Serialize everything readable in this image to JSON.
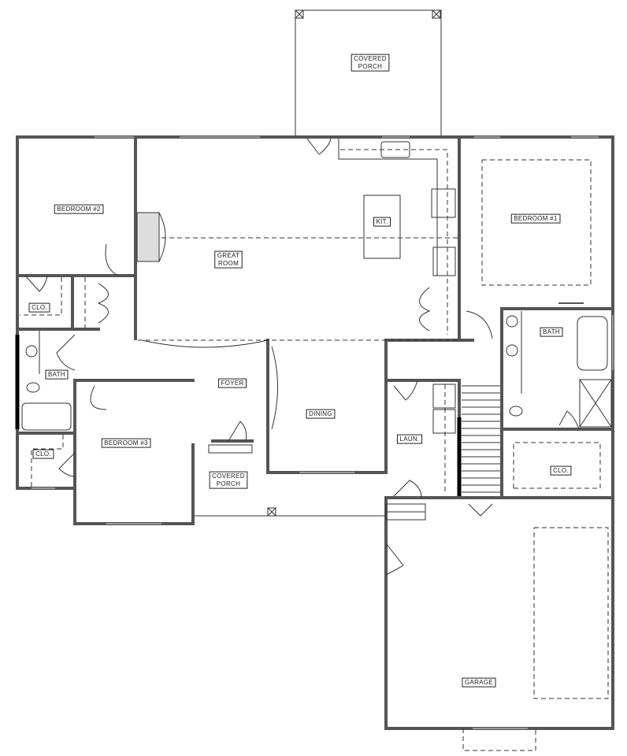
{
  "rooms": [
    {
      "id": "covered-porch-rear",
      "lines": [
        "COVERED",
        "PORCH"
      ]
    },
    {
      "id": "bedroom-2",
      "lines": [
        "BEDROOM #2"
      ]
    },
    {
      "id": "great-room",
      "lines": [
        "GREAT",
        "ROOM"
      ]
    },
    {
      "id": "kitchen",
      "lines": [
        "KIT."
      ]
    },
    {
      "id": "bedroom-1",
      "lines": [
        "BEDROOM #1"
      ]
    },
    {
      "id": "closet-bedroom-2",
      "lines": [
        "CLO."
      ]
    },
    {
      "id": "bath-hall",
      "lines": [
        "BATH"
      ]
    },
    {
      "id": "foyer",
      "lines": [
        "FOYER"
      ]
    },
    {
      "id": "dining",
      "lines": [
        "DINING"
      ]
    },
    {
      "id": "bedroom-3",
      "lines": [
        "BEDROOM #3"
      ]
    },
    {
      "id": "closet-bedroom-3",
      "lines": [
        "CLO."
      ]
    },
    {
      "id": "covered-porch-front",
      "lines": [
        "COVERED",
        "PORCH"
      ]
    },
    {
      "id": "laundry",
      "lines": [
        "LAUN."
      ]
    },
    {
      "id": "bath-master",
      "lines": [
        "BATH"
      ]
    },
    {
      "id": "closet-master",
      "lines": [
        "CLO."
      ]
    },
    {
      "id": "garage",
      "lines": [
        "GARAGE"
      ]
    }
  ]
}
